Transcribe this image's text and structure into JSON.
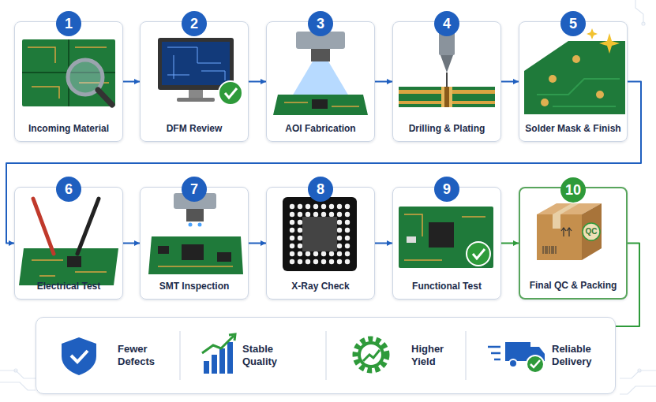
{
  "diagram": {
    "nodes": [
      {
        "text": [
          "1",
          "Incoming Material"
        ]
      },
      {
        "text": [
          "2",
          "DFM Review"
        ]
      },
      {
        "text": [
          "3",
          "AOI Fabrication"
        ]
      },
      {
        "text": [
          "4",
          "Drilling & Plating"
        ]
      },
      {
        "text": [
          "5",
          "Solder Mask & Finish"
        ]
      },
      {
        "text": [
          "6",
          "Electrical Test"
        ]
      },
      {
        "text": [
          "7",
          "SMT Inspection"
        ]
      },
      {
        "text": [
          "8",
          "X-Ray Check"
        ]
      },
      {
        "text": [
          "9",
          "Functional Test"
        ]
      },
      {
        "text": [
          "10",
          "Final QC & Packing"
        ]
      },
      {
        "text": [
          "Fewer Defects",
          "Stable Quality",
          "Higher Yield",
          "Reliable Delivery"
        ]
      }
    ],
    "edges": [
      {
        "from": 0,
        "to": 1,
        "arrow": "to"
      },
      {
        "from": 1,
        "to": 2,
        "arrow": "to"
      },
      {
        "from": 2,
        "to": 3,
        "arrow": "to"
      },
      {
        "from": 3,
        "to": 4,
        "arrow": "to"
      },
      {
        "from": 4,
        "to": 5,
        "arrow": "to"
      },
      {
        "from": 5,
        "to": 6,
        "arrow": "to"
      },
      {
        "from": 6,
        "to": 7,
        "arrow": "to"
      },
      {
        "from": 7,
        "to": 8,
        "arrow": "to"
      },
      {
        "from": 8,
        "to": 9,
        "arrow": "to"
      },
      {
        "from": 9,
        "to": 10,
        "arrow": "none"
      }
    ],
    "labels": [
      "QC"
    ]
  }
}
